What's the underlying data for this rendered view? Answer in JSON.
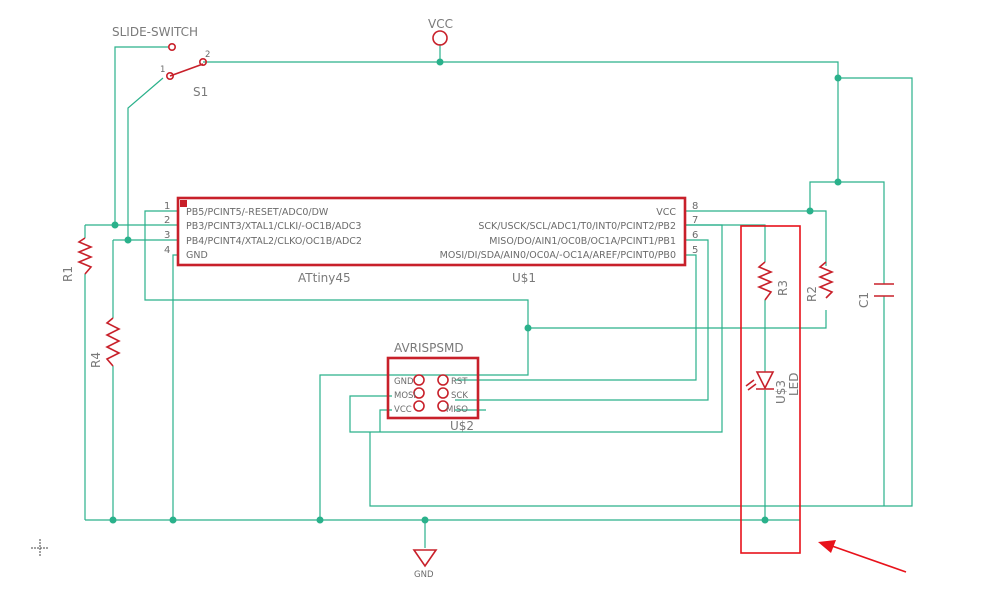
{
  "labels": {
    "vcc": "VCC",
    "gnd": "GND",
    "slide_switch": "SLIDE-SWITCH",
    "s1": "S1",
    "sw_pin1": "1",
    "sw_pin2": "2",
    "r1": "R1",
    "r2": "R2",
    "r3": "R3",
    "r4": "R4",
    "c1": "C1",
    "led": "LED",
    "u3": "U$3",
    "attiny_name": "ATtiny45",
    "u1": "U$1",
    "avrisp_name": "AVRISPSMD",
    "u2": "U$2"
  },
  "attiny_left_pins": [
    {
      "num": "1",
      "label": "PB5/PCINT5/-RESET/ADC0/DW"
    },
    {
      "num": "2",
      "label": "PB3/PCINT3/XTAL1/CLKI/-OC1B/ADC3"
    },
    {
      "num": "3",
      "label": "PB4/PCINT4/XTAL2/CLKO/OC1B/ADC2"
    },
    {
      "num": "4",
      "label": "GND"
    }
  ],
  "attiny_right_pins": [
    {
      "num": "8",
      "label": "VCC"
    },
    {
      "num": "7",
      "label": "SCK/USCK/SCL/ADC1/T0/INT0/PCINT2/PB2"
    },
    {
      "num": "6",
      "label": "MISO/DO/AIN1/OC0B/OC1A/PCINT1/PB1"
    },
    {
      "num": "5",
      "label": "MOSI/DI/SDA/AIN0/OC0A/-OC1A/AREF/PCINT0/PB0"
    }
  ],
  "avrisp_left_pins": [
    "GND",
    "MOSI",
    "VCC"
  ],
  "avrisp_right_pins": [
    "RST",
    "SCK",
    "MISO"
  ],
  "colors": {
    "wire": "#2ab18b",
    "part": "#c8202a",
    "annotation": "#e8121b",
    "text": "#7a7a7a"
  }
}
